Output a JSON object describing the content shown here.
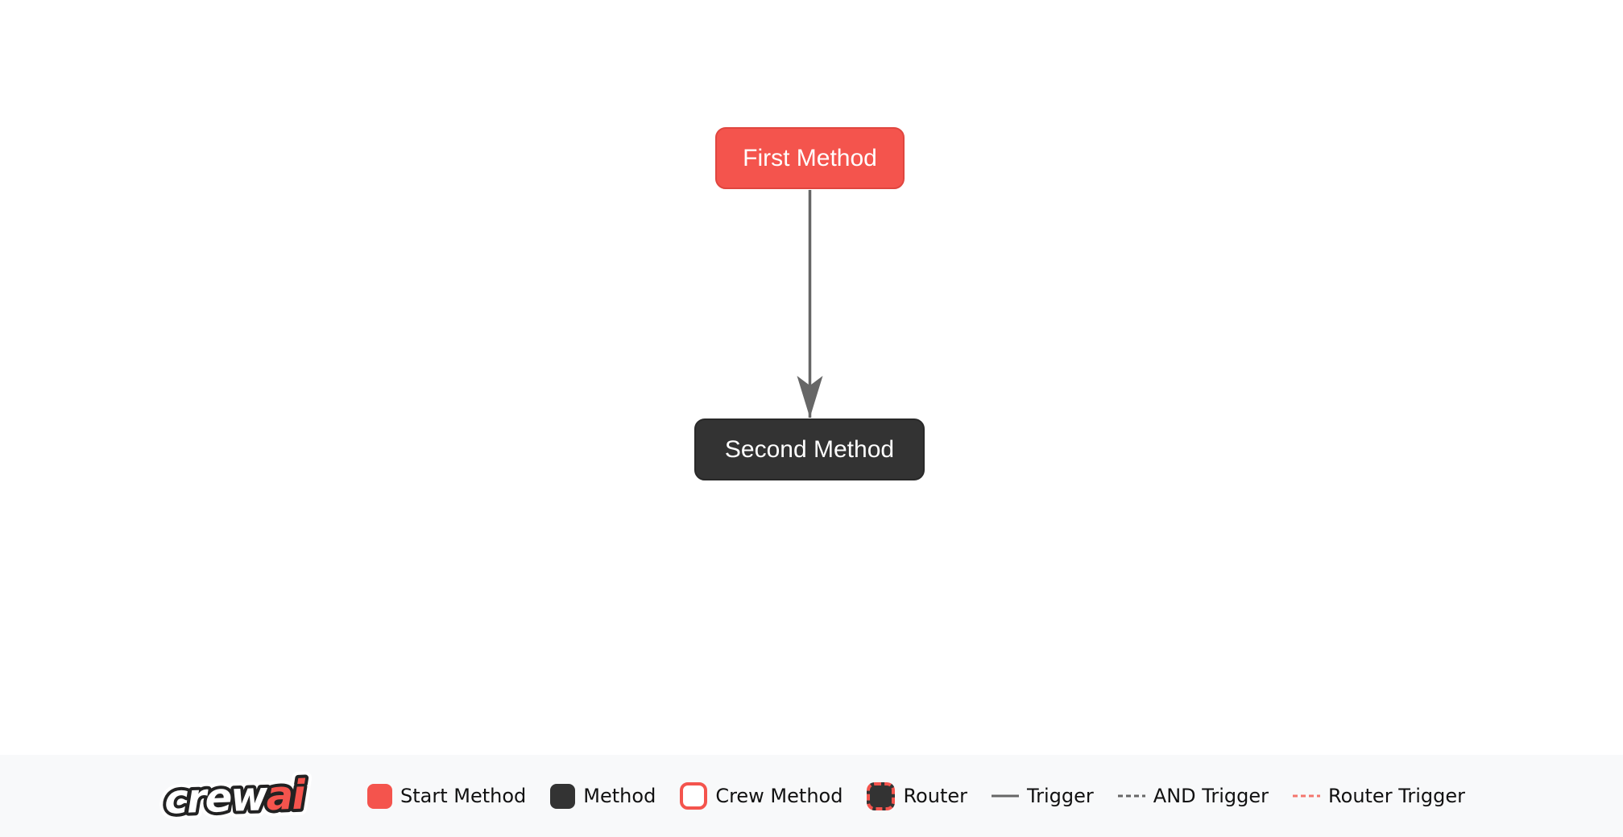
{
  "diagram": {
    "nodes": [
      {
        "id": "first_method",
        "label": "First Method",
        "type": "start-method"
      },
      {
        "id": "second_method",
        "label": "Second Method",
        "type": "method"
      }
    ],
    "edges": [
      {
        "from": "first_method",
        "to": "second_method",
        "type": "trigger"
      }
    ]
  },
  "logo": {
    "text": "crewai",
    "part1": "crew",
    "part2": "ai"
  },
  "legend": {
    "items": [
      {
        "label": "Start Method",
        "swatch": "start-method-node"
      },
      {
        "label": "Method",
        "swatch": "method-node"
      },
      {
        "label": "Crew Method",
        "swatch": "crew-method-node"
      },
      {
        "label": "Router",
        "swatch": "router-node"
      },
      {
        "label": "Trigger",
        "swatch": "solid-line"
      },
      {
        "label": "AND Trigger",
        "swatch": "dashed-line"
      },
      {
        "label": "Router Trigger",
        "swatch": "router-dashed-line"
      }
    ]
  },
  "colors": {
    "start_method": "#F4544D",
    "start_method_border": "#E0463F",
    "method": "#333333",
    "method_border": "#292929",
    "edge": "#666666",
    "router_trigger": "#F4766E",
    "legend_background": "#F8F9FA",
    "canvas_background": "#FFFFFF",
    "node_text": "#FFFFFF",
    "legend_text": "#111111"
  }
}
